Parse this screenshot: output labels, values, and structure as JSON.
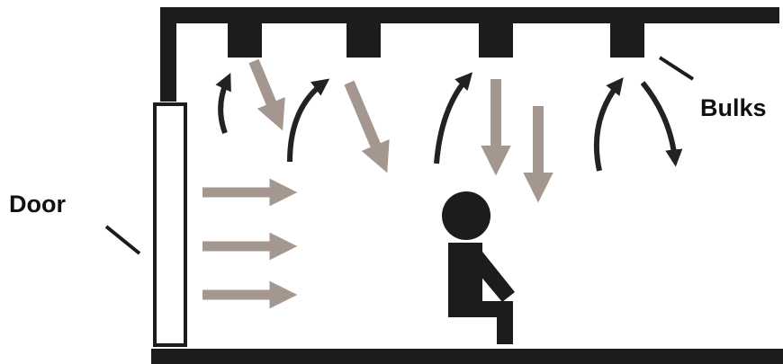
{
  "labels": {
    "door": "Door",
    "bulks": "Bulks"
  },
  "colors": {
    "structure": "#1c1c1c",
    "warm_air_arrow": "#a39790",
    "cool_air_arrow": "#222222",
    "background": "#ffffff"
  },
  "diagram": {
    "bulk_count": 4,
    "door_inflow_arrow_count": 3,
    "occupant": "seated-person"
  }
}
